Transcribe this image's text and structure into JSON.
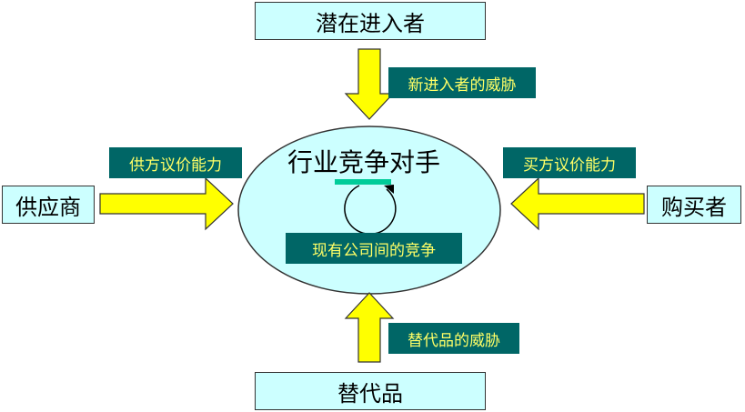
{
  "center": {
    "title": "行业竞争对手",
    "rivalry_label": "现有公司间的竞争"
  },
  "nodes": {
    "top": "潜在进入者",
    "bottom": "替代品",
    "left": "供应商",
    "right": "购买者"
  },
  "forces": {
    "entrants": "新进入者的威胁",
    "substitutes": "替代品的威胁",
    "suppliers": "供方议价能力",
    "buyers": "买方议价能力"
  },
  "colors": {
    "box_fill": "#ccffff",
    "ellipse_fill": "#ccffff",
    "label_fill": "#006666",
    "label_text": "#ffff66",
    "arrow_fill": "#ffff00",
    "accent_bar": "#00cc99"
  }
}
